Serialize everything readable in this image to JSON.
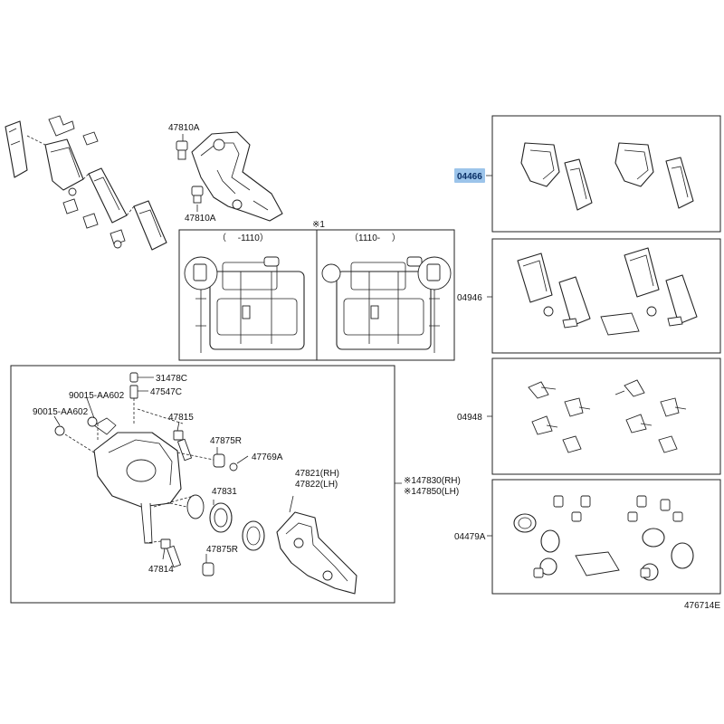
{
  "diagram": {
    "reference": "476714E",
    "variant_note": "※1",
    "variant_left": "（　 -1110）",
    "variant_right": "（1110-　 ）",
    "labels": {
      "p47810A_top": "47810A",
      "p47810A_bottom": "47810A",
      "p31478C": "31478C",
      "p47547C": "47547C",
      "p90015_a": "90015-AA602",
      "p90015_b": "90015-AA602",
      "p47815": "47815",
      "p47875R_a": "47875R",
      "p47769A": "47769A",
      "p47831": "47831",
      "p47821": "47821(RH)",
      "p47822": "47822(LH)",
      "p47875R_b": "47875R",
      "p47814": "47814",
      "p47830": "※147830(RH)",
      "p47850": "※147850(LH)",
      "p04466": "04466",
      "p04946": "04946",
      "p04948": "04948",
      "p04479A": "04479A"
    },
    "highlight_color": "#9cc4ea"
  }
}
